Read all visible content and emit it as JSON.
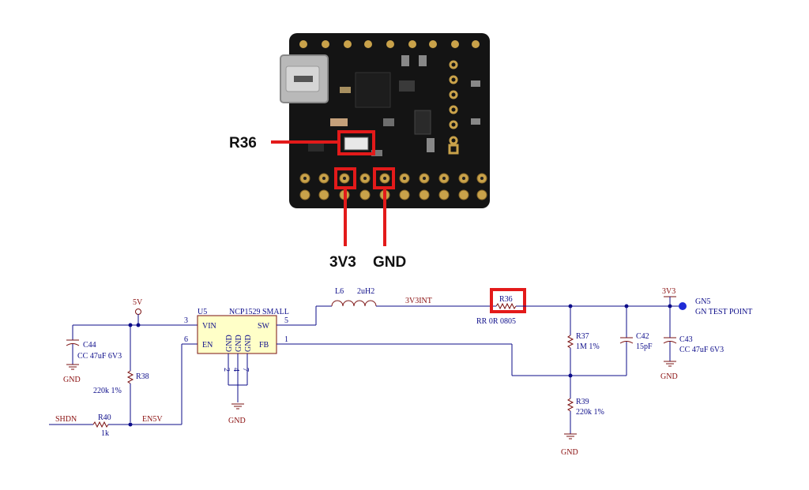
{
  "board_callouts": {
    "r36": "R36",
    "v3v3": "3V3",
    "gnd": "GND"
  },
  "schematic": {
    "u5": {
      "designator": "U5",
      "part": "NCP1529 SMALL",
      "pin_vin": "VIN",
      "pin_en": "EN",
      "pin_sw": "SW",
      "pin_fb": "FB",
      "pin_gnd": "GND",
      "pin3": "3",
      "pin6": "6",
      "pin5": "5",
      "pin1": "1",
      "pin2": "2",
      "pin4": "4",
      "pin7": "7"
    },
    "power_5v": "5V",
    "power_3v3": "3V3",
    "net_3v3int": "3V3INT",
    "net_en5v": "EN5V",
    "net_shdn": "SHDN",
    "l6": {
      "designator": "L6",
      "value": "2uH2"
    },
    "r36": {
      "designator": "R36",
      "value": "RR 0R 0805"
    },
    "r37": {
      "designator": "R37",
      "value": "1M 1%"
    },
    "r38": {
      "designator": "R38",
      "value": "220k 1%"
    },
    "r39": {
      "designator": "R39",
      "value": "220k 1%"
    },
    "r40": {
      "designator": "R40",
      "value": "1k"
    },
    "c42": {
      "designator": "C42",
      "value": "15pF"
    },
    "c43": {
      "designator": "C43",
      "value": "CC 47uF 6V3"
    },
    "c44": {
      "designator": "C44",
      "value": "CC 47uF 6V3"
    },
    "gn5": {
      "designator": "GN5",
      "value": "GN TEST POINT"
    },
    "gnd_label": "GND"
  },
  "colors": {
    "highlight": "#e31a1a",
    "wire": "#0d0d8a",
    "part": "#7a1010",
    "board": "#141414"
  }
}
